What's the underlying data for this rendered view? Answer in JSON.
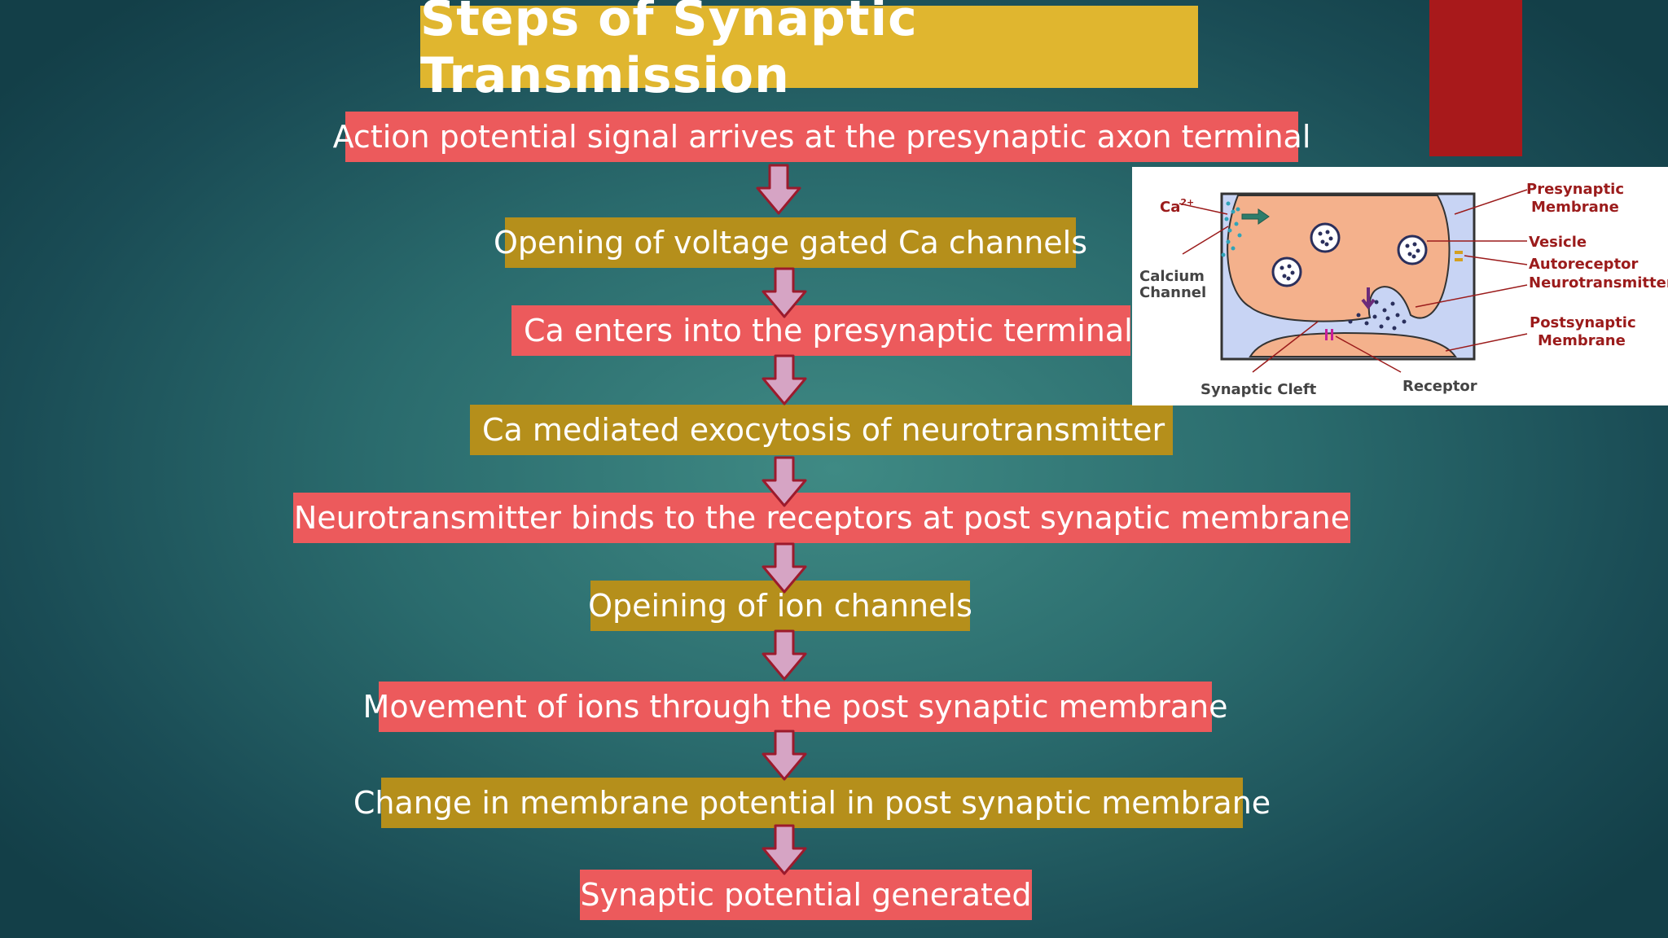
{
  "slide": {
    "title": "Steps of Synaptic Transmission",
    "steps": [
      {
        "label": "Action potential signal arrives at the presynaptic axon terminal"
      },
      {
        "label": "Opening of voltage gated Ca channels"
      },
      {
        "label": "Ca enters into the presynaptic terminal"
      },
      {
        "label": "Ca mediated exocytosis of neurotransmitter"
      },
      {
        "label": "Neurotransmitter binds to the receptors at post synaptic membrane"
      },
      {
        "label": "Opeining of ion channels"
      },
      {
        "label": "Movement of ions through the post synaptic membrane"
      },
      {
        "label": "Change in membrane potential in post synaptic membrane"
      },
      {
        "label": "Synaptic potential generated"
      }
    ]
  },
  "diagram": {
    "labels": {
      "ca": "Ca",
      "ca_superscript": "2+",
      "calcium_channel_line1": "Calcium",
      "calcium_channel_line2": "Channel",
      "presynaptic_line1": "Presynaptic",
      "presynaptic_line2": "Membrane",
      "vesicle": "Vesicle",
      "autoreceptor": "Autoreceptor",
      "neurotransmitter": "Neurotransmitter",
      "postsynaptic_line1": "Postsynaptic",
      "postsynaptic_line2": "Membrane",
      "synaptic_cleft": "Synaptic Cleft",
      "receptor": "Receptor"
    }
  },
  "colors": {
    "title_bg": "#e0b62f",
    "step_red": "#ec5a5c",
    "step_gold": "#b58f1b",
    "arrow_fill": "#d6a4c4",
    "arrow_stroke": "#9c1a2c",
    "accent_bar": "#a8191b"
  }
}
